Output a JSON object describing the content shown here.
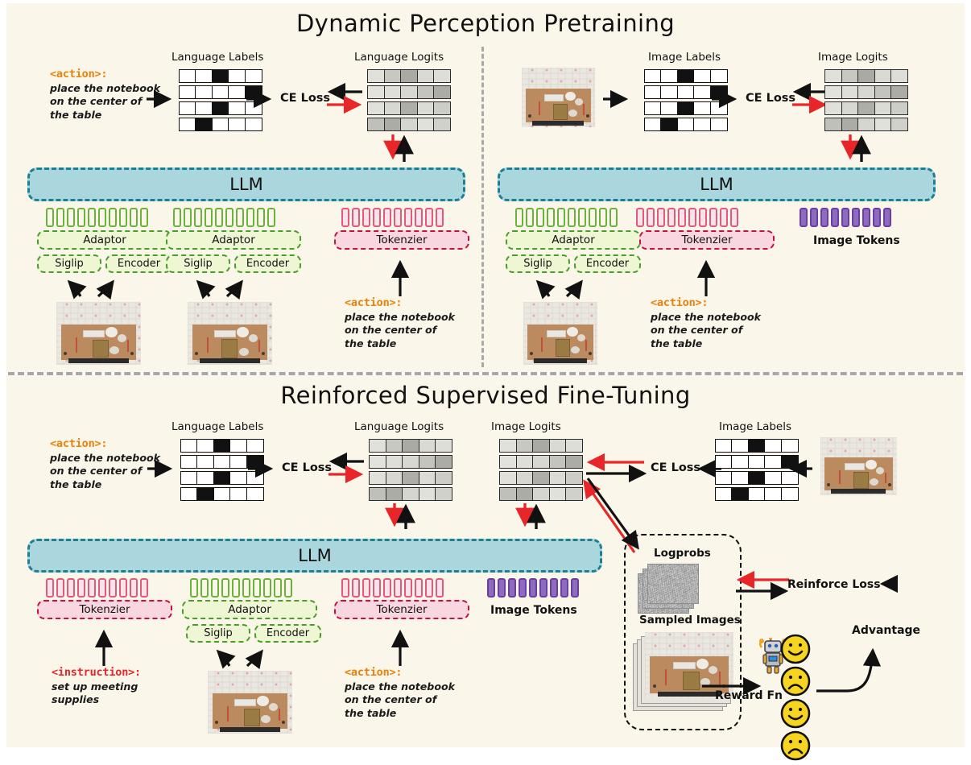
{
  "figure": {
    "background": "#faf6e9",
    "accent_orange": "#e8820c",
    "accent_red": "#e8262a",
    "teal": "#a9d7dd",
    "green": "#eef6d3",
    "pink": "#f9d7e0",
    "purple": "#8e6bc0"
  },
  "sections": {
    "top": {
      "title": "Dynamic Perception Pretraining"
    },
    "bottom": {
      "title": "Reinforced Supervised Fine-Tuning"
    }
  },
  "labels": {
    "language_labels": "Language Labels",
    "language_logits": "Language Logits",
    "image_labels": "Image Labels",
    "image_logits": "Image Logits",
    "ce_loss": "CE Loss",
    "llm": "LLM",
    "adaptor": "Adaptor",
    "siglip": "Siglip",
    "encoder": "Encoder",
    "tokenizer": "Tokenzier",
    "image_tokens": "Image Tokens",
    "logprobs": "Logprobs",
    "sampled_images": "Sampled Images",
    "reinforce_loss": "Reinforce Loss",
    "reward_fn": "Reward Fn",
    "advantage": "Advantage"
  },
  "prompts": {
    "action_tag": "<action>:",
    "action_text": "place the notebook\non the center of\nthe table",
    "instruction_tag": "<instruction>:",
    "instruction_text": "set up meeting\nsupplies"
  },
  "chart_data": {
    "type": "heatmap",
    "title": "Token label / logit grids",
    "label_grid_rows": 4,
    "label_grid_cols": 5,
    "label_onehot_index": [
      2,
      4,
      2,
      1
    ],
    "logit_grid_rows": 4,
    "logit_grid_cols": 5,
    "logit_values": [
      [
        0.12,
        0.35,
        0.62,
        0.18,
        0.15
      ],
      [
        0.1,
        0.14,
        0.2,
        0.38,
        0.6
      ],
      [
        0.12,
        0.2,
        0.58,
        0.16,
        0.3
      ],
      [
        0.42,
        0.6,
        0.22,
        0.12,
        0.26
      ]
    ]
  },
  "faces": [
    "happy",
    "sad",
    "happy",
    "sad"
  ],
  "token_counts": {
    "green_strip": 10,
    "pink_strip": 10,
    "purple_strip": 9
  }
}
